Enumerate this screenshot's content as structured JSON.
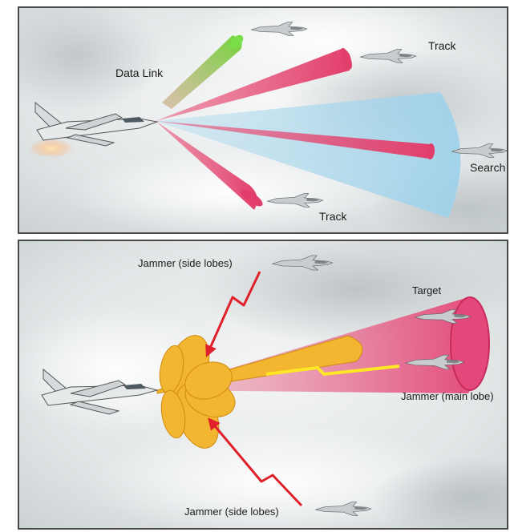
{
  "top_panel": {
    "labels": {
      "data_link": "Data Link",
      "track_upper": "Track",
      "search": "Search",
      "track_lower": "Track"
    }
  },
  "bottom_panel": {
    "labels": {
      "jammer_side_top": "Jammer (side lobes)",
      "target": "Target",
      "jammer_main": "Jammer (main lobe)",
      "jammer_side_bottom": "Jammer (side lobes)"
    }
  },
  "colors": {
    "data_link_beam": "#7fdc4a",
    "track_beam": "#e8547a",
    "search_beam": "#a9d8ee",
    "main_lobe": "#e85a86",
    "side_lobes": "#f2b630",
    "jamming_signal": "#e0202a",
    "jamming_bolt": "#ffe626"
  }
}
